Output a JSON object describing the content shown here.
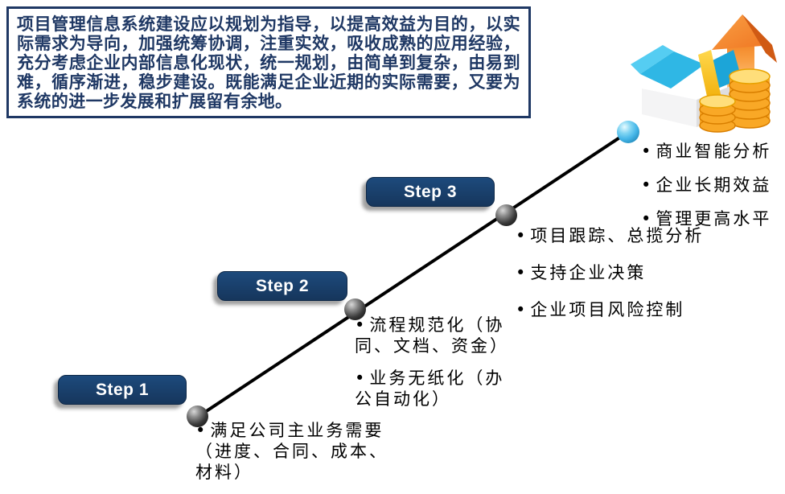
{
  "intro": {
    "text": "项目管理信息系统建设应以规划为指导，以提高效益为目的，以实际需求为导向，加强统筹协调，注重实效，吸收成熟的应用经验，充分考虑企业内部信息化现状，统一规划，由简单到复杂，由易到难，循序渐进，稳步建设。既能满足企业近期的实际需要，又要为系统的进一步发展和扩展留有余地。"
  },
  "ladder": {
    "steps": [
      {
        "label": "Step 1",
        "bullets": [
          "满足公司主业务需要（进度、合同、成本、材料）"
        ]
      },
      {
        "label": "Step 2",
        "bullets": [
          "流程规范化（协同、文档、资金）",
          "业务无纸化（办公自动化）"
        ]
      },
      {
        "label": "Step 3",
        "bullets": [
          "项目跟踪、总揽分析",
          "支持企业决策",
          "企业项目风险控制"
        ]
      }
    ],
    "peak_bullets": [
      "商业智能分析",
      "企业长期效益",
      "管理更高水平"
    ]
  },
  "icon": {
    "name": "money-growth",
    "description": "stack of blue banknotes with yellow band, gold coin stacks and rising orange arrow"
  },
  "colors": {
    "navy": "#16365C",
    "box_border": "#1F3864",
    "intro_text": "#1F3864",
    "bullet_text": "#000000",
    "line_black": "#000000",
    "sphere_dark": "#3A3A3A",
    "sphere_blue": "#45B6E8",
    "arrow_orange": "#F58220",
    "arrow_dark": "#D05A14",
    "coin_gold": "#F9A826",
    "coin_edge": "#D97F00",
    "coin_top": "#FFDE7A",
    "money_blue": "#2FB7E5",
    "money_blue_dark": "#1CA5D8",
    "money_blue_light": "#55CDF2",
    "band_yellow": "#FFD84D",
    "box_front": "#F4F4F5",
    "box_side": "#DEDEE0"
  }
}
